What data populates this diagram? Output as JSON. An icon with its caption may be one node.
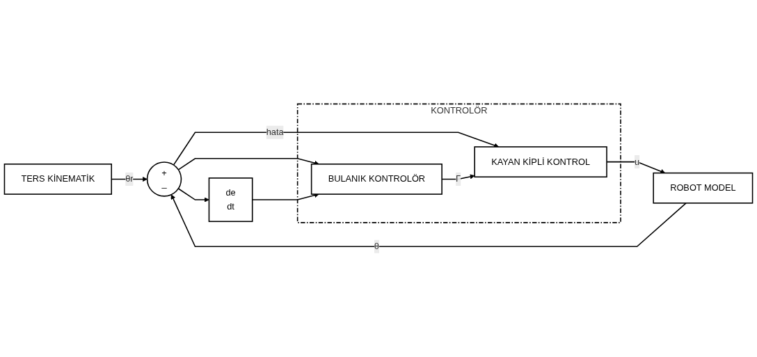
{
  "diagram": {
    "nodes": [
      {
        "text": [
          "TERS KİNEMATİK"
        ]
      },
      {
        "text": [
          "+",
          "_"
        ]
      },
      {
        "text": [
          "KONTROLÖR"
        ]
      },
      {
        "text": [
          "KAYAN KİPLİ KONTROL"
        ],
        "in": 2
      },
      {
        "text": [
          "BULANIK KONTROLÖR"
        ],
        "in": 2
      },
      {
        "text": [
          "de",
          "dt"
        ]
      },
      {
        "text": [
          "ROBOT MODEL"
        ]
      }
    ],
    "edges": [
      {
        "from": 0,
        "to": 1,
        "arrow": "to",
        "label": "θr"
      },
      {
        "from": 1,
        "to": 3,
        "arrow": "to",
        "label": "hata"
      },
      {
        "from": 1,
        "to": 5,
        "arrow": "to"
      },
      {
        "from": 1,
        "to": 4,
        "arrow": "to"
      },
      {
        "from": 5,
        "to": 4,
        "arrow": "to"
      },
      {
        "from": 4,
        "to": 3,
        "arrow": "to",
        "label": "Γ"
      },
      {
        "from": 3,
        "to": 6,
        "arrow": "to",
        "label": "u"
      },
      {
        "from": 6,
        "to": 1,
        "arrow": "to",
        "label": "θ"
      }
    ]
  }
}
